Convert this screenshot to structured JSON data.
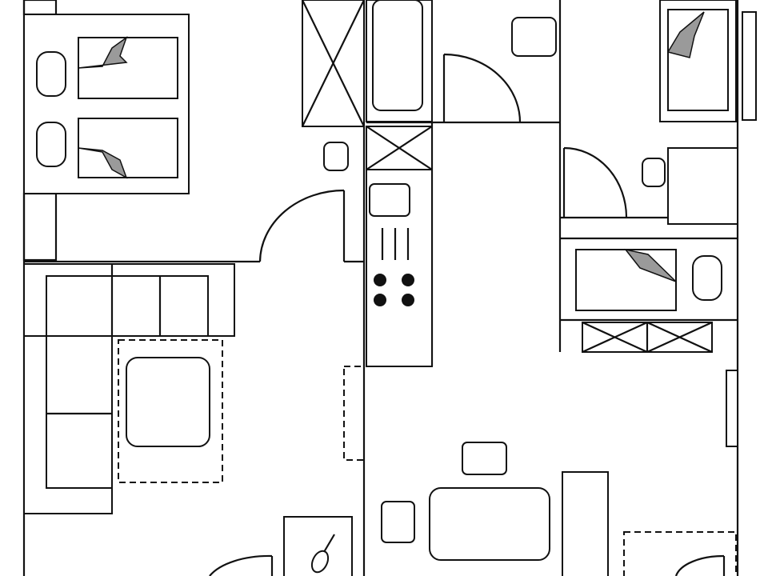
{
  "plan": {
    "colors": {
      "line": "#111111",
      "background": "#ffffff",
      "fold": "#9a9a9a"
    },
    "rooms": [
      "bedroom-left",
      "bathroom",
      "kitchen",
      "bedroom-right",
      "living-room",
      "dining-area"
    ]
  }
}
